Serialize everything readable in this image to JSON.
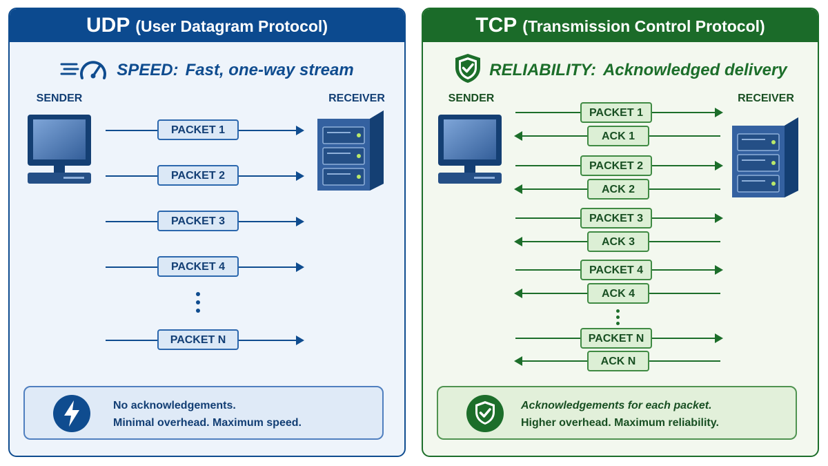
{
  "udp": {
    "title_abbr": "UDP",
    "title_full": "(User Datagram Protocol)",
    "tagline_label": "SPEED:",
    "tagline_text": "Fast, one-way stream",
    "sender_label": "SENDER",
    "receiver_label": "RECEIVER",
    "packets": [
      "PACKET 1",
      "PACKET 2",
      "PACKET 3",
      "PACKET 4",
      "PACKET N"
    ],
    "note_line1": "No acknowledgements.",
    "note_line2": "Minimal overhead. Maximum speed.",
    "tagline_icon": "speedometer-icon",
    "note_icon": "lightning-bolt-icon",
    "color": "#0c4a8f"
  },
  "tcp": {
    "title_abbr": "TCP",
    "title_full": "(Transmission Control Protocol)",
    "tagline_label": "RELIABILITY:",
    "tagline_text": "Acknowledged delivery",
    "sender_label": "SENDER",
    "receiver_label": "RECEIVER",
    "exchanges": [
      {
        "packet": "PACKET 1",
        "ack": "ACK 1"
      },
      {
        "packet": "PACKET 2",
        "ack": "ACK 2"
      },
      {
        "packet": "PACKET 3",
        "ack": "ACK 3"
      },
      {
        "packet": "PACKET 4",
        "ack": "ACK 4"
      },
      {
        "packet": "PACKET N",
        "ack": "ACK N"
      }
    ],
    "note_line1": "Acknowledgements for each packet.",
    "note_line2": "Higher overhead. Maximum reliability.",
    "tagline_icon": "shield-check-icon",
    "note_icon": "shield-check-icon",
    "color": "#1b6b29"
  }
}
